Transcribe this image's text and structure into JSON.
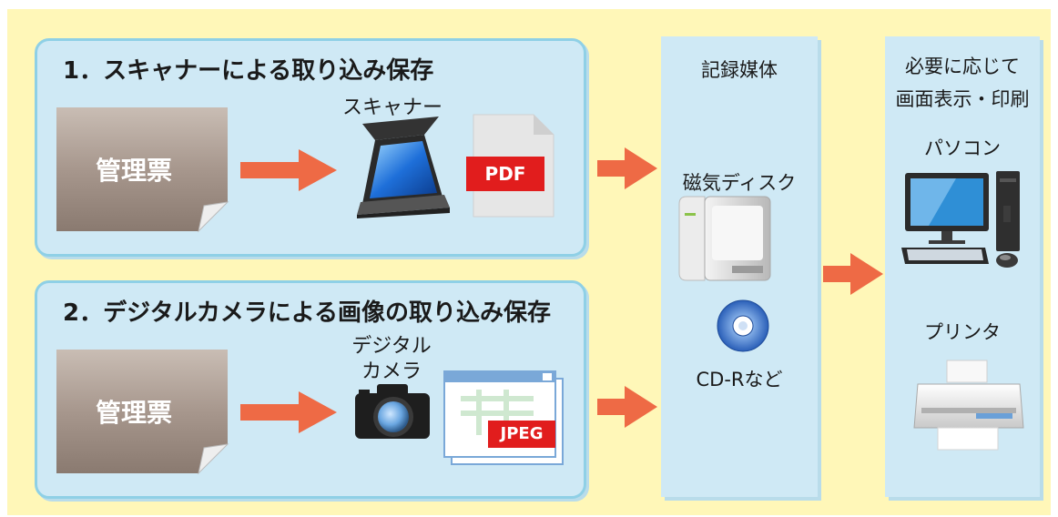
{
  "panel1": {
    "title": "1．スキャナーによる取り込み保存",
    "doc_label": "管理票",
    "device_label": "スキャナー",
    "file_badge": "PDF"
  },
  "panel2": {
    "title": "2．デジタルカメラによる画像の取り込み保存",
    "doc_label": "管理票",
    "device_label_line1": "デジタル",
    "device_label_line2": "カメラ",
    "file_badge": "JPEG"
  },
  "storage": {
    "title": "記録媒体",
    "disk_label": "磁気ディスク",
    "cd_label": "CD-Rなど"
  },
  "output": {
    "title_line1": "必要に応じて",
    "title_line2": "画面表示・印刷",
    "pc_label": "パソコン",
    "printer_label": "プリンタ"
  },
  "colors": {
    "background": "#fff7b8",
    "panel": "#cfe9f5",
    "panel_border": "#8fd0e6",
    "arrow": "#ee6a45",
    "badge": "#e11d1d"
  },
  "icons": [
    "document-icon",
    "scanner-icon",
    "pdf-file-icon",
    "camera-icon",
    "jpeg-window-icon",
    "hard-disk-icon",
    "cd-icon",
    "computer-icon",
    "printer-icon",
    "arrow-icon"
  ]
}
